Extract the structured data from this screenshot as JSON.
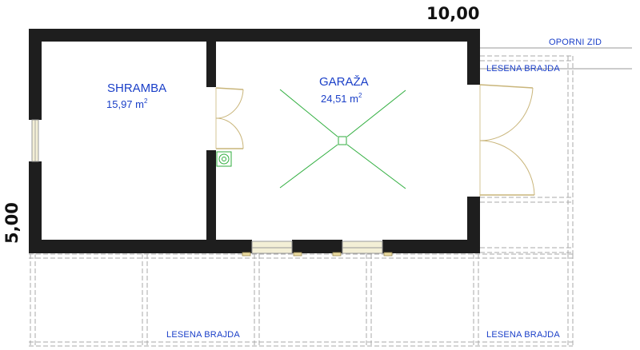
{
  "plan": {
    "rooms": [
      {
        "name": "SHRAMBA",
        "area_value": "15,97 m",
        "area_unit_sup": "2"
      },
      {
        "name": "GARAŽA",
        "area_value": "24,51 m",
        "area_unit_sup": "2"
      }
    ],
    "dimensions": {
      "width": "10,00",
      "depth": "5,00"
    },
    "annotations": {
      "retaining_wall": "OPORNI ZID",
      "pergola_right_top": "LESENA BRAJDA",
      "pergola_bottom_left": "LESENA BRAJDA",
      "pergola_bottom_right": "LESENA BRAJDA"
    },
    "colors": {
      "wall": "#1e1e1e",
      "label": "#1a3fc8",
      "door": "#c9b57a",
      "fixture": "#2fae3e",
      "dashed": "#aaaaaa"
    }
  }
}
